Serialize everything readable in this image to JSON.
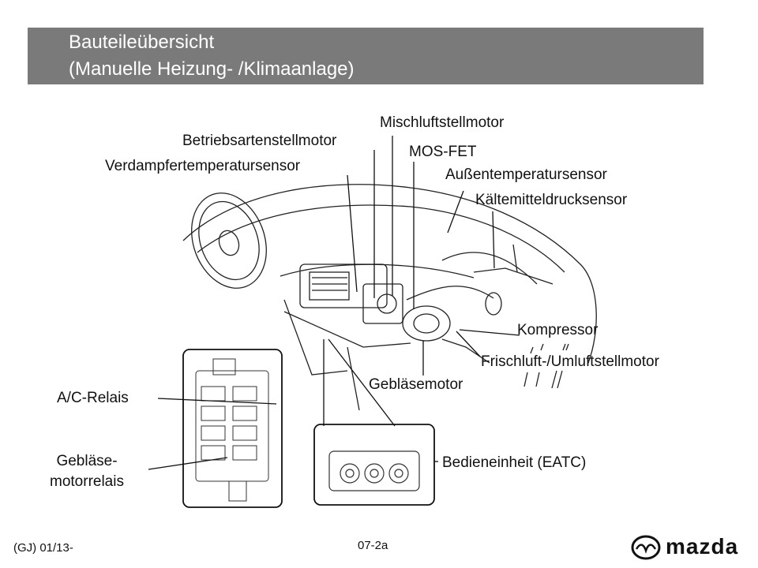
{
  "slide": {
    "title_line1": "Bauteileübersicht",
    "title_line2": "(Manuelle Heizung- /Klimaanlage)"
  },
  "labels": {
    "mischluft": "Mischluftstellmotor",
    "betriebsarten": "Betriebsartenstellmotor",
    "mosfet": "MOS-FET",
    "verdampfer": "Verdampfertemperatursensor",
    "aussentemp": "Außentemperatursensor",
    "kaeltemittel": "Kältemitteldrucksensor",
    "kompressor": "Kompressor",
    "frischluft": "Frischluft-/Umluftstellmotor",
    "geblaesemotor": "Gebläsemotor",
    "ac_relais": "A/C-Relais",
    "geblaese_relais_1": "Gebläse-",
    "geblaese_relais_2": "motorrelais",
    "bedieneinheit": "Bedieneinheit (EATC)"
  },
  "footer": {
    "code": "(GJ) 01/13-",
    "page": "07-2a",
    "brand": "mazda"
  },
  "colors": {
    "title_bar": "#7a7a7a",
    "title_text": "#ffffff",
    "line": "#111111"
  }
}
